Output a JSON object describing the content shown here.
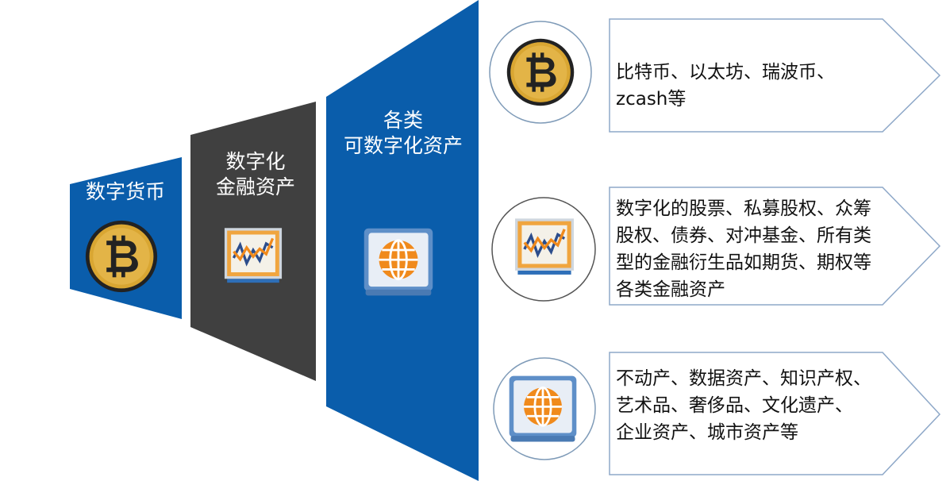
{
  "colors": {
    "blue": "#0a5dab",
    "dark_gray": "#404040",
    "box_border": "#8ea8c8",
    "circle_border": "#7f9bb8",
    "coin_gold": "#d9a632",
    "coin_dark": "#222222",
    "chart_frame": "#f0a53f",
    "globe_orange": "#f08a1c"
  },
  "funnel": {
    "stage1": {
      "label": "数字货币",
      "icon": "bitcoin-icon"
    },
    "stage2": {
      "line1": "数字化",
      "line2": "金融资产",
      "icon": "chart-board-icon"
    },
    "stage3": {
      "line1": "各类",
      "line2": "可数字化资产",
      "icon": "globe-icon"
    }
  },
  "details": [
    {
      "icon": "bitcoin-icon",
      "lines": [
        "比特币、以太坊、瑞波币、",
        "zcash等"
      ]
    },
    {
      "icon": "chart-board-icon",
      "lines": [
        "数字化的股票、私募股权、众筹",
        "股权、债券、对冲基金、所有类",
        "型的金融衍生品如期货、期权等",
        "各类金融资产"
      ]
    },
    {
      "icon": "globe-icon",
      "lines": [
        "不动产、数据资产、知识产权、",
        "艺术品、奢侈品、文化遗产、",
        "企业资产、城市资产等"
      ]
    }
  ]
}
